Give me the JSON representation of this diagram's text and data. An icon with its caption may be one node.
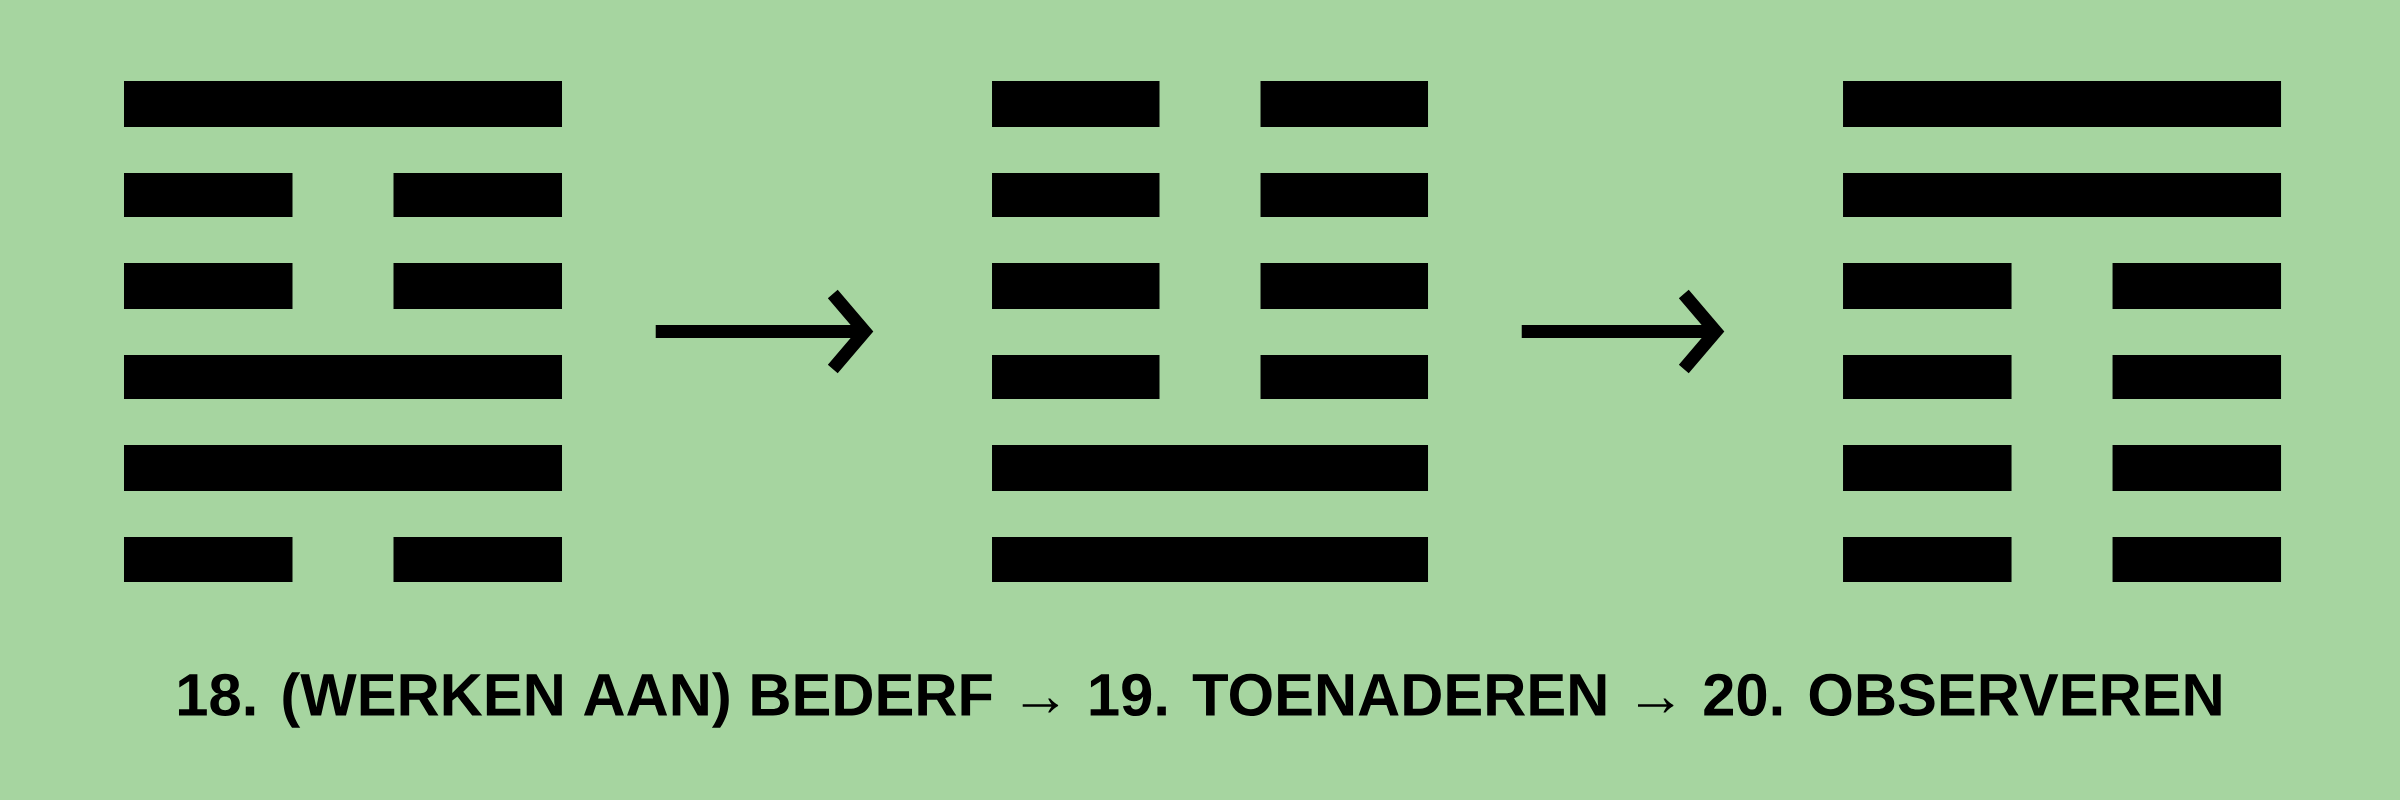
{
  "diagram": {
    "caption": "18. (WERKEN AAN) BEDERF → 19. TOENADEREN → 20. OBSERVEREN",
    "nodes": [
      {
        "text": [],
        "shape": "picture"
      },
      {
        "text": [],
        "shape": "picture"
      },
      {
        "text": [],
        "shape": "picture"
      }
    ],
    "edges": [
      {
        "from": 0,
        "to": 1,
        "arrow": "to"
      },
      {
        "from": 1,
        "to": 2,
        "arrow": "to"
      }
    ]
  }
}
